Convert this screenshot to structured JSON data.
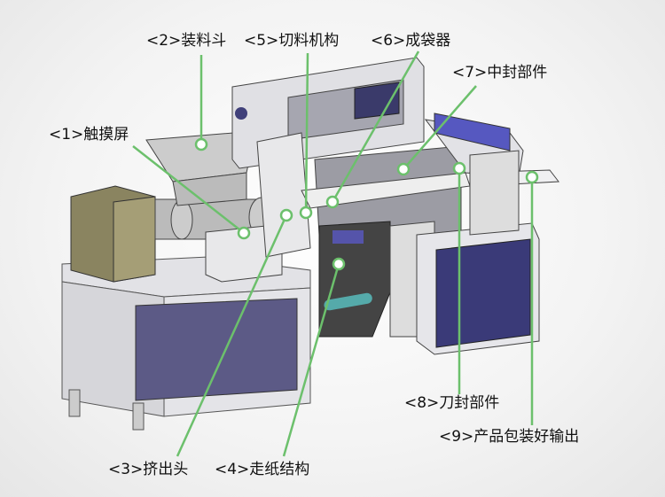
{
  "labels": {
    "l1": "<1>触摸屏",
    "l2": "<2>装料斗",
    "l3": "<3>挤出头",
    "l4": "<4>走纸结构",
    "l5": "<5>切料机构",
    "l6": "<6>成袋器",
    "l7": "<7>中封部件",
    "l8": "<8>刀封部件",
    "l9": "<9>产品包装好输出"
  },
  "colors": {
    "leader": "#6cc06c",
    "panel_blue": "#55548a",
    "frame": "#d8d8dc"
  }
}
